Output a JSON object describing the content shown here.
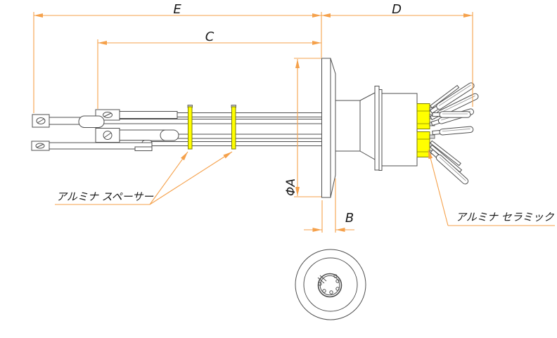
{
  "drawing": {
    "type": "vacuum-feedthrough-technical-drawing",
    "dimension_labels": {
      "e": "E",
      "c": "C",
      "d": "D",
      "b": "B",
      "phi_a": "ΦA"
    },
    "callouts": {
      "spacer": "アルミナ スペーサー",
      "ceramic": "アルミナ セラミック"
    },
    "colors": {
      "dimension": "#f5a14b",
      "line": "#4f4f4f",
      "ceramic_fill": "#ffff00",
      "ceramic_border": "#7f7f00",
      "text": "#1a1a1a",
      "background": "#ffffff"
    }
  }
}
